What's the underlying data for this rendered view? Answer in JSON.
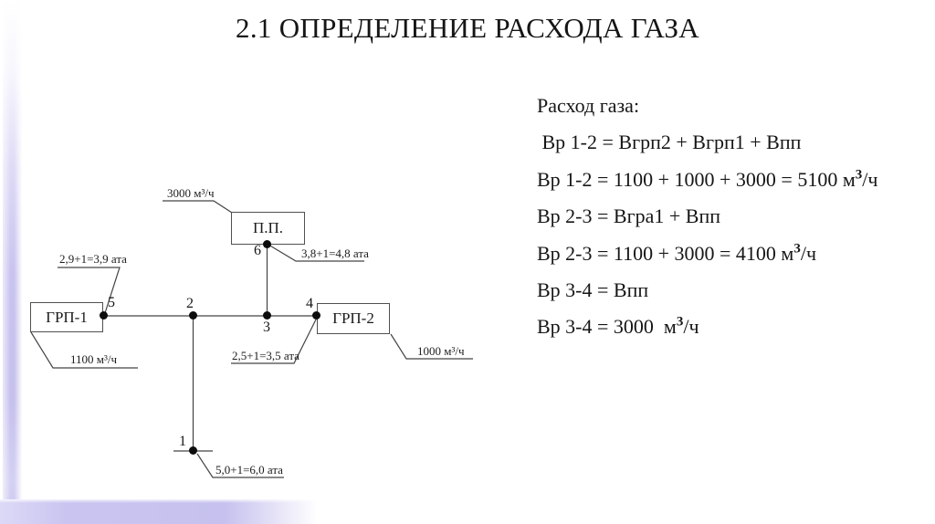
{
  "slide": {
    "title": "2.1 ОПРЕДЕЛЕНИЕ РАСХОДА ГАЗА",
    "accent_color": "#c6c1ee",
    "background_color": "#ffffff"
  },
  "formulas": {
    "heading": "Расход газа:",
    "lines": [
      {
        "before": " Вр 1-2 = Вгрп2 + Вгрп1 + Впп",
        "sup": "",
        "after": ""
      },
      {
        "before": "Вр 1-2 = 1100 + 1000 + 3000 = 5100 м",
        "sup": "3",
        "after": "/ч"
      },
      {
        "before": "Вр 2-3 = Вгра1 + Впп",
        "sup": "",
        "after": ""
      },
      {
        "before": "Вр 2-3 = 1100 + 3000 = 4100 м",
        "sup": "3",
        "after": "/ч"
      },
      {
        "before": "Вр 3-4 = Впп",
        "sup": "",
        "after": ""
      },
      {
        "before": "Вр 3-4 = 3000  м",
        "sup": "3",
        "after": "/ч"
      }
    ]
  },
  "diagram": {
    "boxes": {
      "grp1": "ГРП-1",
      "pp": "П.П.",
      "grp2": "ГРП-2"
    },
    "nodes": [
      "1",
      "2",
      "3",
      "4",
      "5",
      "6"
    ],
    "labels": {
      "pp_flow": "3000 м³/ч",
      "node6_pressure": "3,8+1=4,8 ата",
      "node5_pressure": "2,9+1=3,9 ата",
      "grp1_flow": "1100 м³/ч",
      "node4_pressure": "2,5+1=3,5 ата",
      "grp2_flow": "1000 м³/ч",
      "node1_pressure": "5,0+1=6,0 ата"
    }
  }
}
